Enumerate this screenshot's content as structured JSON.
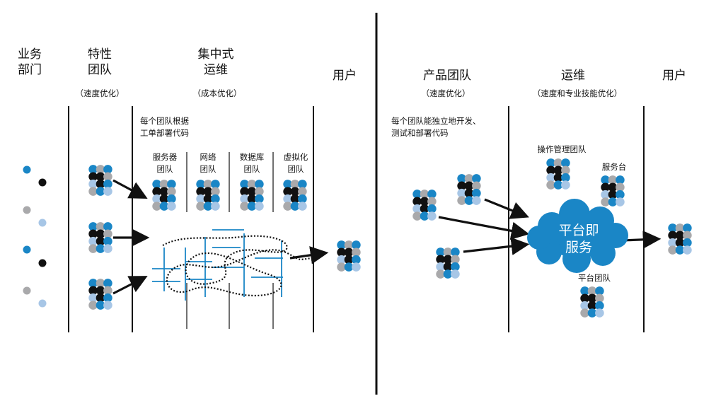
{
  "left": {
    "col1": "业务\n部门",
    "col2": "特性\n团队",
    "col2_note": "（速度优化）",
    "col3": "集中式\n运维",
    "col3_note": "（成本优化）",
    "col4": "用户",
    "flow_note": "每个团队根据\n工单部署代码",
    "teams": [
      "服务器\n团队",
      "网络\n团队",
      "数据库\n团队",
      "虚拟化\n团队"
    ]
  },
  "right": {
    "col1": "产品团队",
    "col1_note": "（速度优化）",
    "col2": "运维",
    "col2_note": "（速度和专业技能优化）",
    "col3": "用户",
    "product_note": "每个团队能独立地开发、\n测试和部署代码",
    "ops_team": "操作管理团队",
    "service_desk": "服务台",
    "platform": "平台即\n服务",
    "platform_team": "平台团队"
  },
  "colors": {
    "blue": "#1a86c6",
    "black": "#111111",
    "gray": "#a9a9ab",
    "light_blue": "#a7c6e6",
    "cloud": "#1a86c6"
  }
}
